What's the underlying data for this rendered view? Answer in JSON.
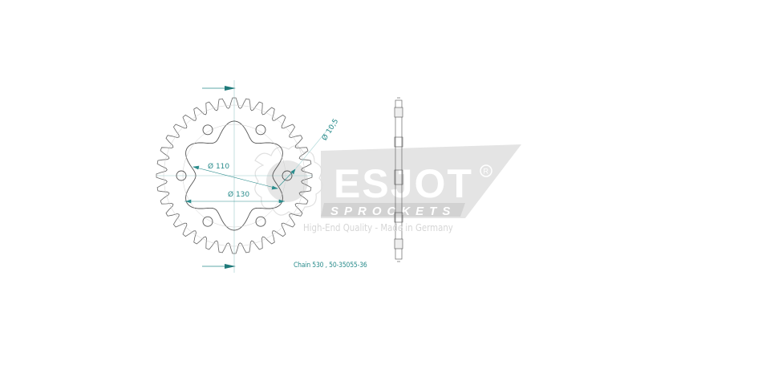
{
  "drawing": {
    "type": "rear sprocket technical drawing",
    "teeth_count": 36,
    "bolt_holes": 6,
    "dimensions": {
      "bolt_hole_diameter": "Ø 10,5",
      "bolt_circle_diameter": "Ø 110",
      "center_bore_diameter": "Ø 130"
    },
    "caption": "Chain 530 , 50-35055-36",
    "line_color": "#555555",
    "dimension_color": "#2a8c8c"
  },
  "watermark": {
    "brand": "ESJOT",
    "registered_mark": "®",
    "subtitle": "SPROCKETS",
    "tagline": "High-End Quality - Made in Germany",
    "color": "#dcdcdc"
  }
}
